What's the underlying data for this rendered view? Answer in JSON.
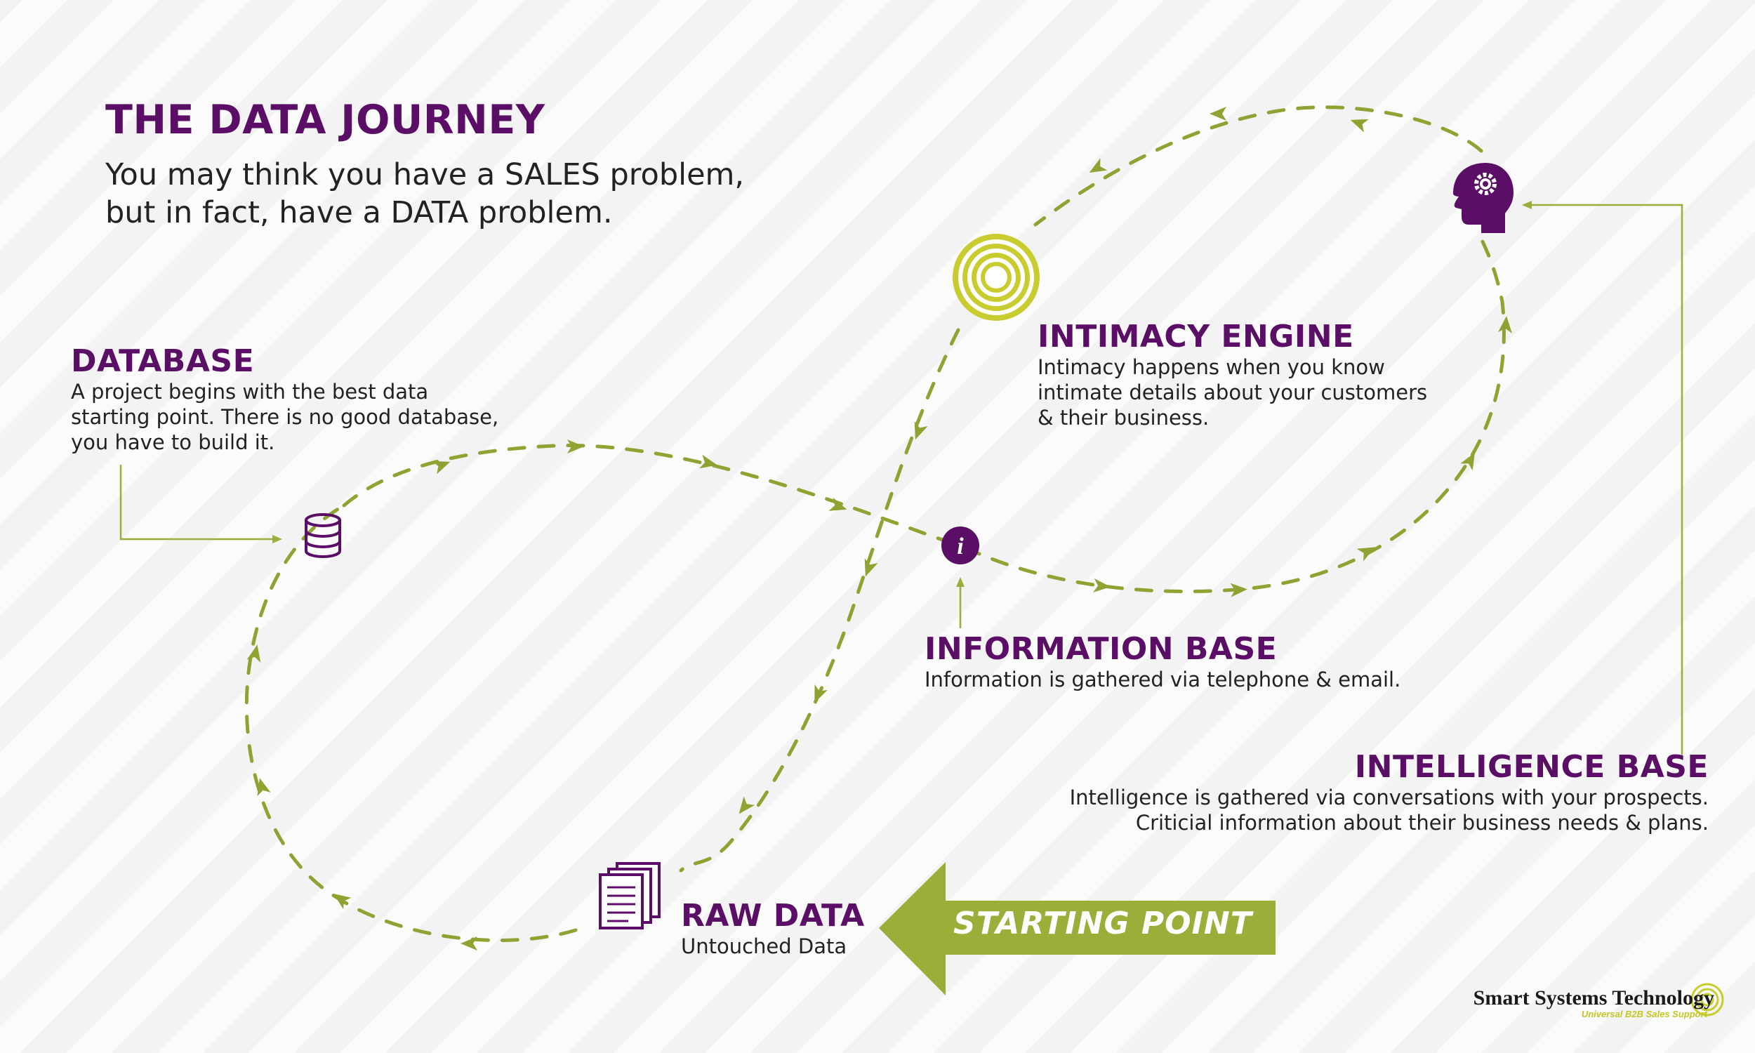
{
  "title": "THE DATA JOURNEY",
  "subtitle": {
    "line1": "You may think you have a SALES problem,",
    "line2": "but in fact, have a DATA problem."
  },
  "stages": {
    "database": {
      "heading": "DATABASE",
      "lines": [
        "A project begins with the best data",
        "starting point. There is no good database,",
        "you have to build it."
      ],
      "icon": "database-icon"
    },
    "intimacy_engine": {
      "heading": "INTIMACY ENGINE",
      "lines": [
        "Intimacy happens when you know",
        "intimate details about your customers",
        "& their business."
      ],
      "icon": "target-icon"
    },
    "information_base": {
      "heading": "INFORMATION BASE",
      "lines": [
        "Information is gathered via telephone & email."
      ],
      "icon": "info-icon"
    },
    "intelligence_base": {
      "heading": "INTELLIGENCE BASE",
      "lines": [
        "Intelligence is gathered via conversations with your prospects.",
        "Criticial information about their business needs & plans."
      ],
      "icon": "head-gear-icon"
    },
    "raw_data": {
      "heading": "RAW DATA",
      "lines": [
        "Untouched Data"
      ],
      "icon": "documents-icon"
    }
  },
  "starting_point": "STARTING POINT",
  "brand": {
    "name": "Smart Systems Technology",
    "tagline": "Universal B2B Sales Support",
    "icon": "target-logo-icon"
  },
  "colors": {
    "heading": "#5a0e66",
    "accent": "#9aae3a",
    "path": "#8fa332",
    "target": "#c9cc2e"
  }
}
